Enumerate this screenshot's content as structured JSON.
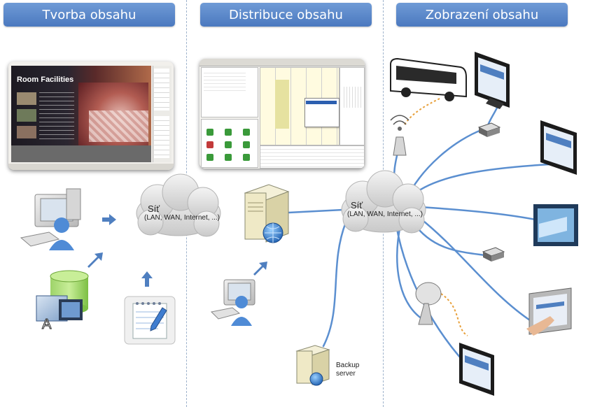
{
  "headers": {
    "creation": "Tvorba obsahu",
    "distribution": "Distribuce obsahu",
    "display": "Zobrazení obsahu"
  },
  "screenshot_left": {
    "title": "Room Facilities"
  },
  "clouds": [
    {
      "title": "Síť",
      "subtitle": "(LAN, WAN, Internet, ...)"
    },
    {
      "title": "Síť",
      "subtitle": "(LAN, WAN, Internet, ...)"
    }
  ],
  "backup": {
    "line1": "Backup",
    "line2": "server"
  },
  "colors": {
    "header": "#5a86c8",
    "link": "#5b8fd0",
    "arrow": "#4f7fc0",
    "accent_orange": "#e8a13c"
  }
}
